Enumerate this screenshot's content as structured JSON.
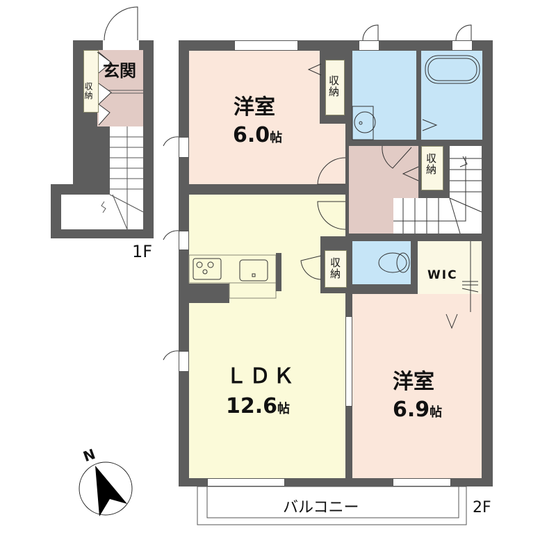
{
  "floors": {
    "first": {
      "label": "1F",
      "rooms": {
        "entrance": {
          "label": "玄関"
        },
        "storage": {
          "label": "収納"
        }
      }
    },
    "second": {
      "label": "2F",
      "rooms": {
        "western_room_1": {
          "label": "洋室",
          "area_value": "6.0",
          "area_unit": "帖"
        },
        "storage_1": {
          "label": "収納"
        },
        "storage_2": {
          "label": "収納"
        },
        "storage_3": {
          "label": "収納"
        },
        "ldk": {
          "label": "ＬＤＫ",
          "area_value": "12.6",
          "area_unit": "帖"
        },
        "walk_in_closet": {
          "label": "WIC"
        },
        "western_room_2": {
          "label": "洋室",
          "area_value": "6.9",
          "area_unit": "帖"
        },
        "balcony": {
          "label": "バルコニー"
        }
      }
    }
  },
  "compass": {
    "label": "N"
  },
  "colors": {
    "wall": "#5d5d5d",
    "western_room": "#fbe7db",
    "ldk": "#fbfad9",
    "wet_area": "#c6e5f7",
    "hall": "#e2cbc5",
    "storage": "#fbf8e4"
  }
}
